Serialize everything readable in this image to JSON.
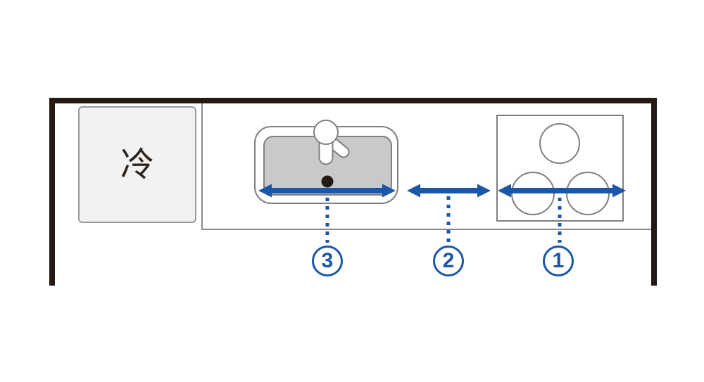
{
  "colors": {
    "accent_blue": "#1a56aa",
    "wall_dark": "#241b15",
    "outline_gray": "#7f7f7f",
    "thin_line_gray": "#8a8a8a",
    "sink_fill": "#c9c9ca",
    "fridge_fill": "#f2f2f2",
    "fridge_text": "#2b2521"
  },
  "kitchen": {
    "refrigerator": {
      "label": "冷"
    },
    "stove": {
      "burner_count": 3
    },
    "measurements": [
      {
        "badge": "3"
      },
      {
        "badge": "2"
      },
      {
        "badge": "1"
      }
    ]
  }
}
